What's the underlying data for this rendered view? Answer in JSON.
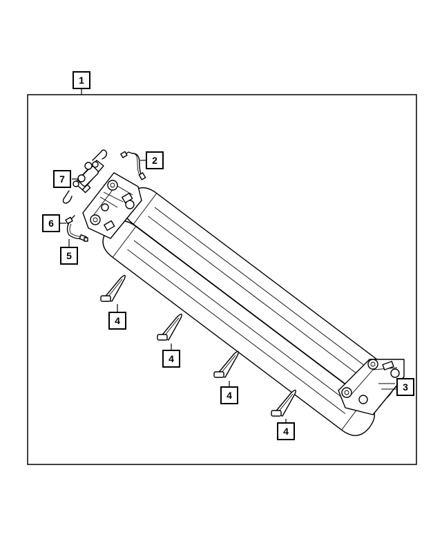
{
  "callouts": {
    "c1": "1",
    "c2": "2",
    "c3": "3",
    "c4a": "4",
    "c4b": "4",
    "c4c": "4",
    "c4d": "4",
    "c5": "5",
    "c6": "6",
    "c7": "7"
  },
  "colors": {
    "line": "#000000",
    "background": "#ffffff"
  }
}
